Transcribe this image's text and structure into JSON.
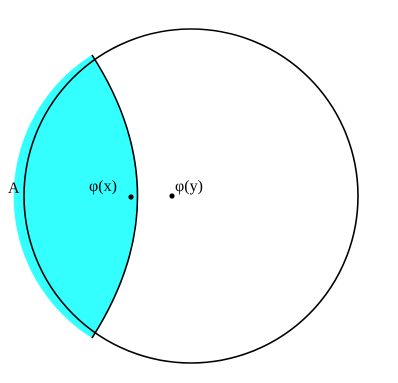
{
  "labels": {
    "region": "A",
    "point_x": "φ(x)",
    "point_y": "φ(y)"
  },
  "colors": {
    "lens_fill": "#33FFFF",
    "stroke": "#000000",
    "background": "#FFFFFF"
  }
}
